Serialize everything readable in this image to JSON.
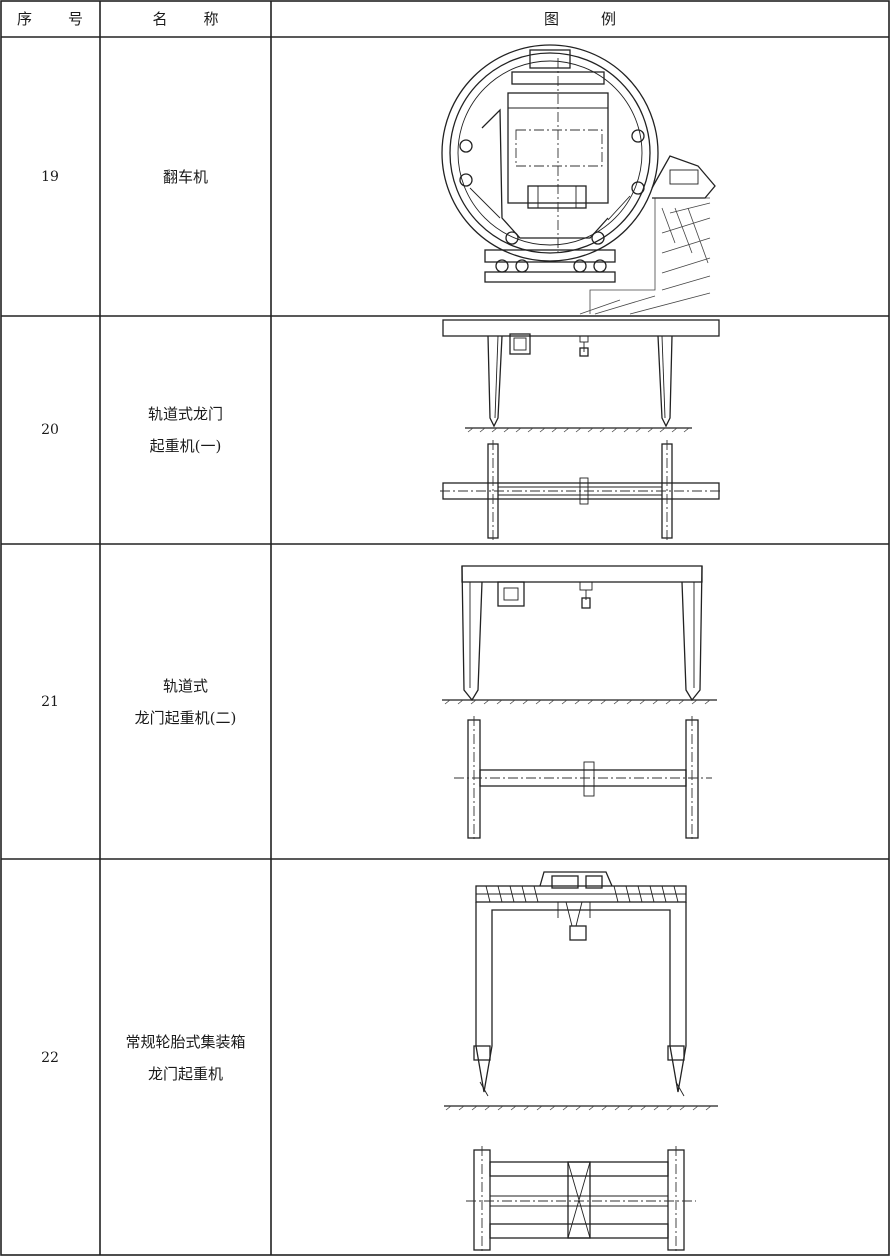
{
  "header": {
    "col_no": [
      "序",
      "号"
    ],
    "col_name": [
      "名",
      "称"
    ],
    "col_figure": [
      "图",
      "例"
    ]
  },
  "rows": [
    {
      "no": "19",
      "name": [
        "翻车机"
      ],
      "icon": "car-dumper-drawing"
    },
    {
      "no": "20",
      "name": [
        "轨道式龙门",
        "起重机(一)"
      ],
      "icon": "rail-gantry-crane-1-drawing"
    },
    {
      "no": "21",
      "name": [
        "轨道式",
        "龙门起重机(二)"
      ],
      "icon": "rail-gantry-crane-2-drawing"
    },
    {
      "no": "22",
      "name": [
        "常规轮胎式集装箱",
        "龙门起重机"
      ],
      "icon": "rubber-tyred-container-gantry-crane-drawing"
    }
  ]
}
